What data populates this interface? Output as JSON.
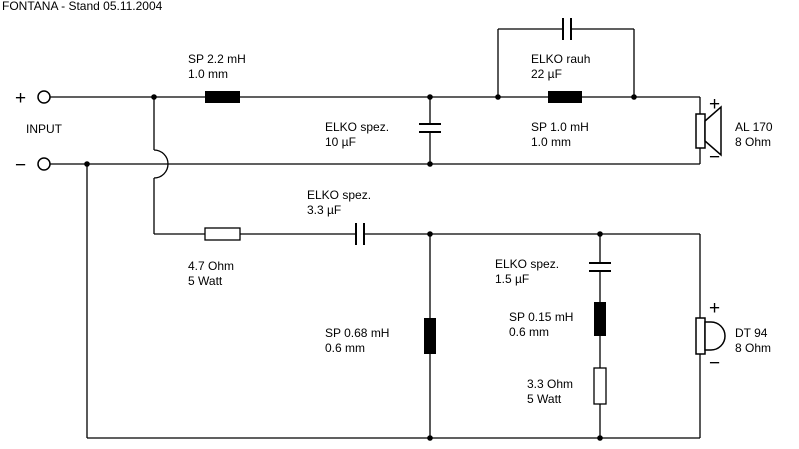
{
  "title": "FONTANA - Stand 05.11.2004",
  "input": {
    "label": "INPUT",
    "plus": "+",
    "minus": "−"
  },
  "woofer_section": {
    "inductor": {
      "name": "SP 2.2 mH",
      "value": "1.0 mm"
    },
    "capacitor": {
      "name": "ELKO spez.",
      "value": "10 µF"
    },
    "parallel_capacitor": {
      "name": "ELKO rauh",
      "value": "22 µF"
    },
    "parallel_inductor": {
      "name": "SP 1.0 mH",
      "value": "1.0 mm"
    },
    "speaker": {
      "name": "AL 170",
      "impedance": "8 Ohm",
      "plus": "+",
      "minus": "−"
    }
  },
  "tweeter_section": {
    "resistor": {
      "name": "4.7 Ohm",
      "rating": "5 Watt"
    },
    "capacitor": {
      "name": "ELKO spez.",
      "value": "3.3 µF"
    },
    "shunt_inductor": {
      "name": "SP 0.68 mH",
      "value": "0.6 mm"
    },
    "notch_capacitor": {
      "name": "ELKO spez.",
      "value": "1.5 µF"
    },
    "notch_inductor": {
      "name": "SP 0.15 mH",
      "value": "0.6 mm"
    },
    "notch_resistor": {
      "name": "3.3 Ohm",
      "rating": "5 Watt"
    },
    "speaker": {
      "name": "DT 94",
      "impedance": "8 Ohm",
      "plus": "+",
      "minus": "−"
    }
  }
}
